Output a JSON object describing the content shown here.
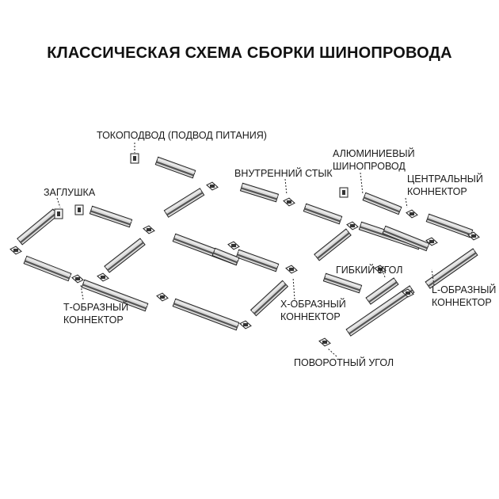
{
  "diagram": {
    "title": "КЛАССИЧЕСКАЯ СХЕМА СБОРКИ ШИНОПРОВОДА",
    "labels": {
      "power_feed": "ТОКОПОДВОД (ПОДВОД ПИТАНИЯ)",
      "end_cap": "ЗАГЛУШКА",
      "inner_joint": "ВНУТРЕННИЙ СТЫК",
      "aluminium_track_1": "АЛЮМИНИЕВЫЙ",
      "aluminium_track_2": "ШИНОПРОВОД",
      "central_connector_1": "ЦЕНТРАЛЬНЫЙ",
      "central_connector_2": "КОННЕКТОР",
      "flexible_corner": "ГИБКИЙ УГОЛ",
      "l_connector_1": "L-ОБРАЗНЫЙ",
      "l_connector_2": "КОННЕКТОР",
      "t_connector_1": "Т-ОБРАЗНЫЙ",
      "t_connector_2": "КОННЕКТОР",
      "x_connector_1": "Х-ОБРАЗНЫЙ",
      "x_connector_2": "КОННЕКТОР",
      "rotary_corner": "ПОВОРОТНЫЙ УГОЛ"
    },
    "colors": {
      "rail_fill": "#d9d9d9",
      "rail_dark": "#555555",
      "outline": "#222222",
      "text": "#1a1a1a"
    }
  }
}
